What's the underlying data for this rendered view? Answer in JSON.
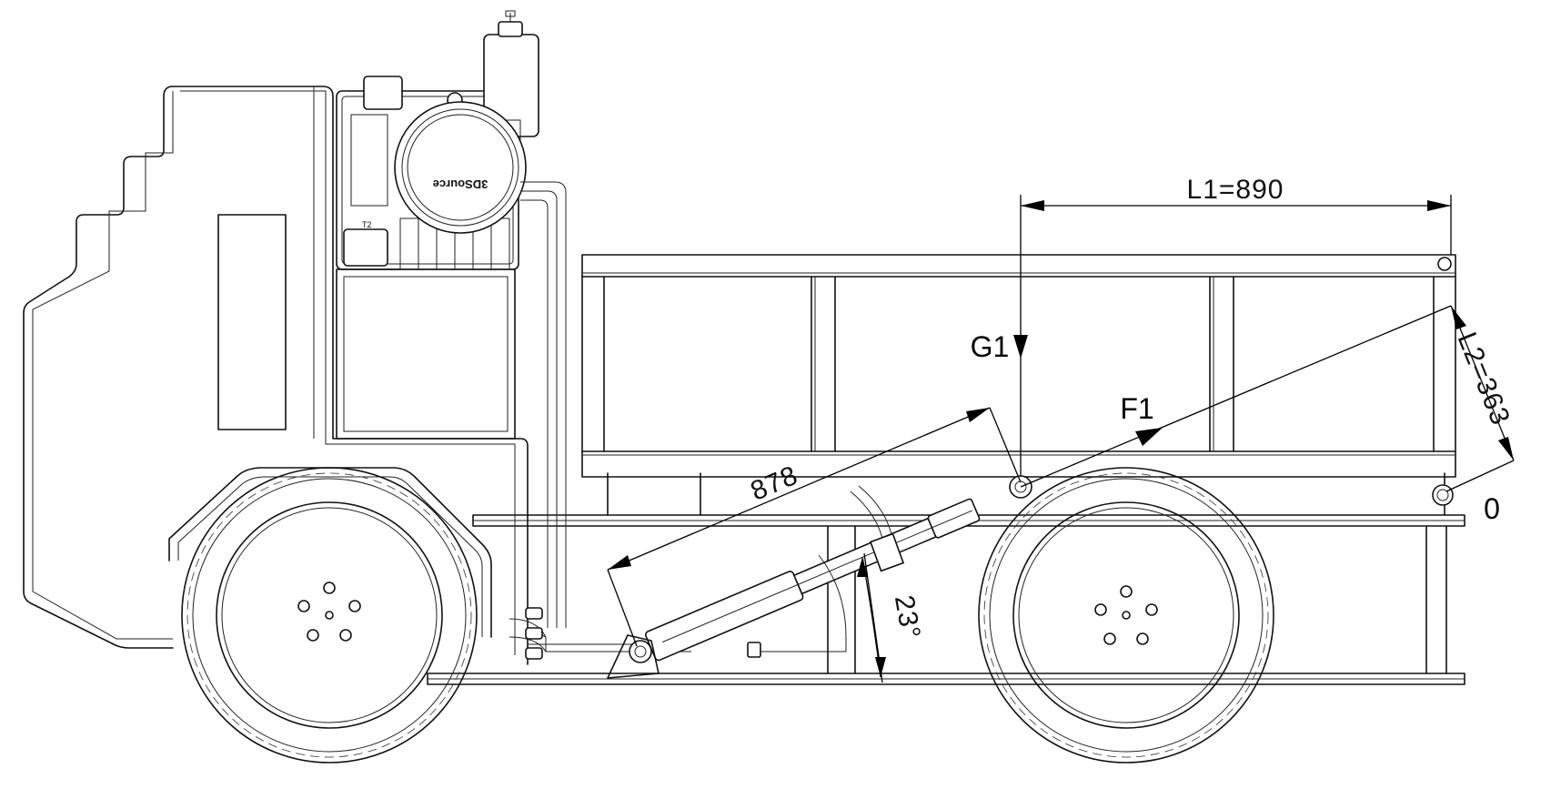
{
  "diagram": {
    "labels": {
      "l1": "L1=890",
      "l2": "L2=363",
      "diag": "878",
      "angle": "23°",
      "g1": "G1",
      "f1": "F1",
      "pivot": "0",
      "brand": "3DSource",
      "motor_tag": "T2"
    }
  }
}
